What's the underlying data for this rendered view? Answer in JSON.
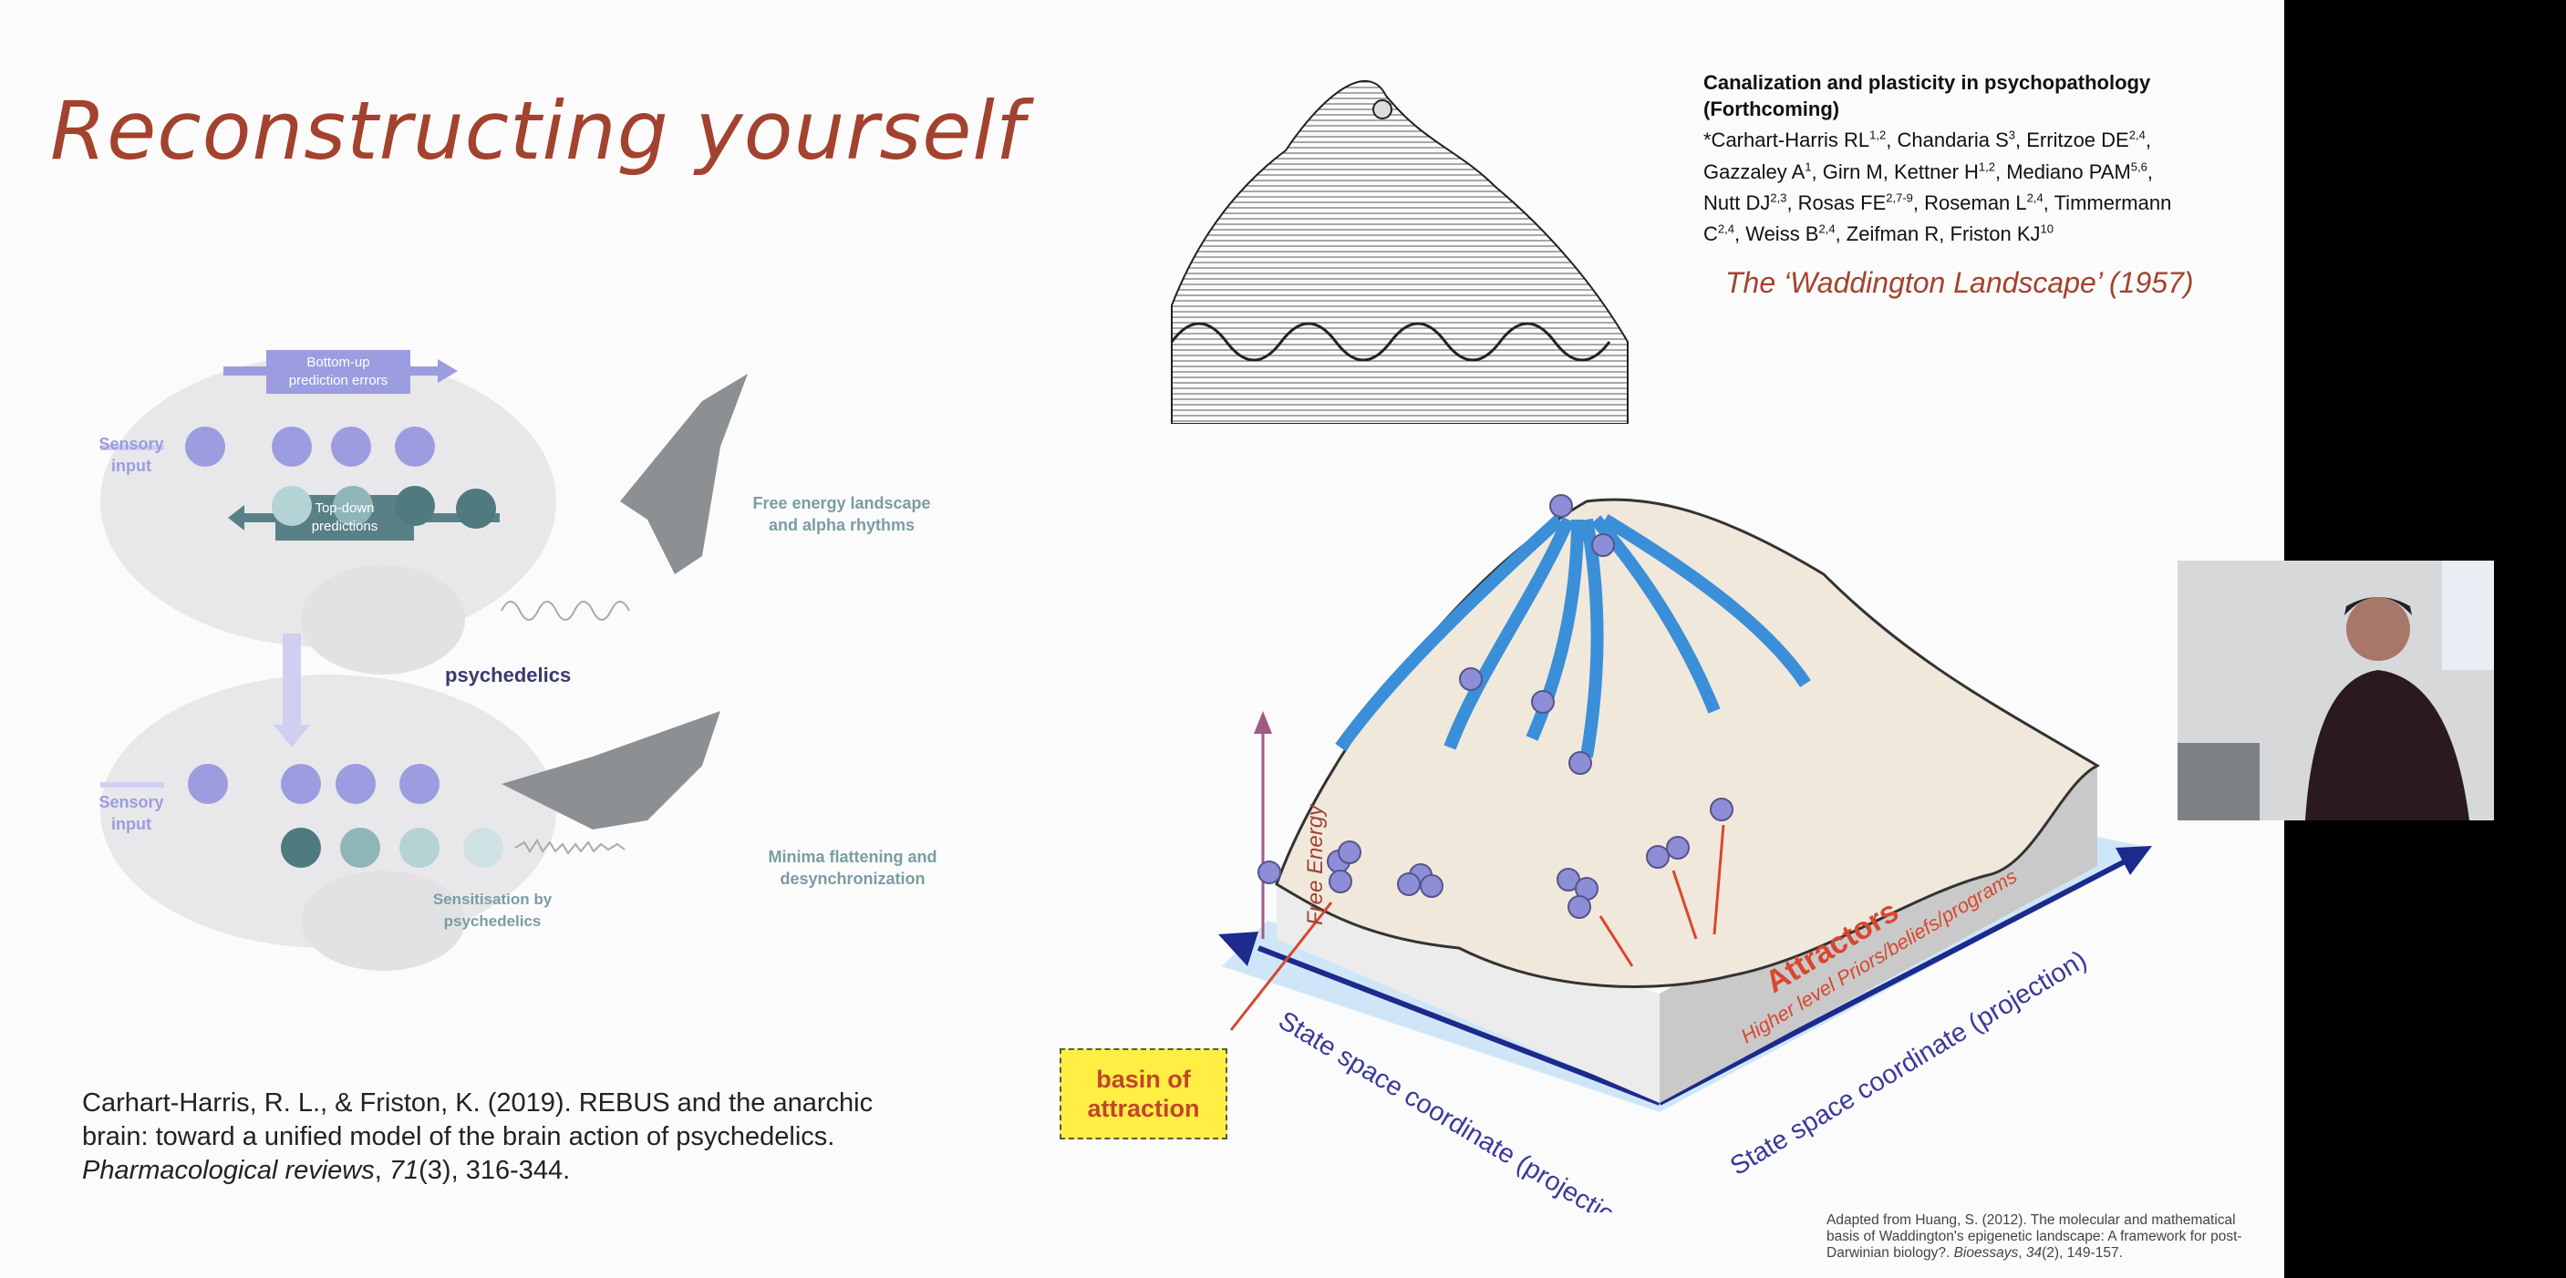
{
  "slide": {
    "title": "Reconstructing yourself",
    "diagram": {
      "bottom_up_label": "Bottom-up prediction errors",
      "top_down_label": "Top-down predictions",
      "sensory_input_top": "Sensory input",
      "sensory_input_bottom": "Sensory input",
      "psychedelics_label": "psychedelics",
      "free_energy_label": "Free energy landscape and alpha rhythms",
      "minima_label": "Minima flattening and desynchronization",
      "sensitisation_label": "Sensitisation by psychedelics"
    },
    "citation_left": {
      "text": "Carhart-Harris, R. L., & Friston, K. (2019). REBUS and the anarchic brain: toward a unified model of the brain action of psychedelics.",
      "journal": "Pharmacological reviews",
      "volume": "71",
      "rest": "(3), 316-344."
    },
    "paper": {
      "title": "Canalization and plasticity in psychopathology (Forthcoming)",
      "authors": [
        {
          "name": "*Carhart-Harris RL",
          "sup": "1,2"
        },
        {
          "name": "Chandaria S",
          "sup": "3"
        },
        {
          "name": "Erritzoe DE",
          "sup": "2,4"
        },
        {
          "name": "Gazzaley A",
          "sup": "1"
        },
        {
          "name": "Girn M",
          "sup": ""
        },
        {
          "name": "Kettner H",
          "sup": "1,2"
        },
        {
          "name": "Mediano PAM",
          "sup": "5,6"
        },
        {
          "name": "Nutt DJ",
          "sup": "2,3"
        },
        {
          "name": "Rosas FE",
          "sup": "2,7-9"
        },
        {
          "name": "Roseman L",
          "sup": "2,4"
        },
        {
          "name": "Timmermann C",
          "sup": "2,4"
        },
        {
          "name": "Weiss B",
          "sup": "2,4"
        },
        {
          "name": "Zeifman R",
          "sup": ""
        },
        {
          "name": "Friston KJ",
          "sup": "10"
        }
      ]
    },
    "waddington_caption": "The ‘Waddington Landscape’ (1957)",
    "landscape": {
      "y_axis": "Free Energy",
      "x_axis_left": "State space coordinate (projection)",
      "x_axis_right": "State space coordinate (projection)",
      "attractors": "Attractors",
      "attractors_sub": "Higher level Priors/beliefs/programs",
      "basin": "basin of attraction"
    },
    "adapted_citation": {
      "text": "Adapted from Huang, S. (2012). The molecular and mathematical basis of Waddington's epigenetic landscape: A framework for post-Darwinian biology?.",
      "journal": "Bioessays",
      "volume": "34",
      "rest": "(2), 149-157."
    }
  },
  "colors": {
    "title": "#a3422e",
    "accent_purple": "#9c9ce0",
    "teal_dark": "#4f7a80",
    "arrow_blue": "#3a8fd8",
    "axis_navy": "#1c2a8c"
  }
}
